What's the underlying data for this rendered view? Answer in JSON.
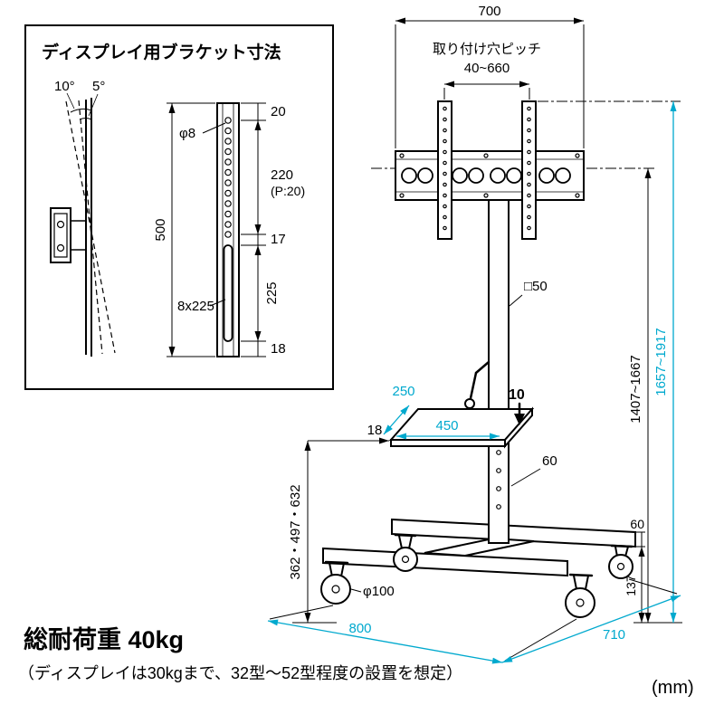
{
  "colors": {
    "accent": "#00a9ce",
    "line": "#000000"
  },
  "inset": {
    "title": "ディスプレイ用ブラケット寸法",
    "angle_outer": "10°",
    "angle_inner": "5°",
    "top_offset": "20",
    "hole_dia": "φ8",
    "hole_span": "220",
    "hole_pitch": "(P:20)",
    "bracket_length": "500",
    "gap": "17",
    "slot_span": "225",
    "slot_size": "8x225",
    "bottom_offset": "18"
  },
  "stand": {
    "top_width": "700",
    "mount_pitch_label": "取り付け穴ピッチ",
    "mount_pitch_range": "40~660",
    "pole_section": "□50",
    "shelf_depth": "250",
    "shelf_width": "450",
    "shelf_step": "10",
    "shelf_offset": "18",
    "shelf_heights": "362・497・632",
    "pole_hole_pitch": "60",
    "base_height": "60",
    "caster_clearance": "137",
    "caster_dia": "φ100",
    "center_height_range": "1407~1667",
    "top_height_range": "1657~1917",
    "base_width": "800",
    "base_depth": "710"
  },
  "footer": {
    "load_capacity": "総耐荷重 40kg",
    "load_note": "（ディスプレイは30kgまで、32型～52型程度の設置を想定）",
    "unit": "(mm)"
  }
}
